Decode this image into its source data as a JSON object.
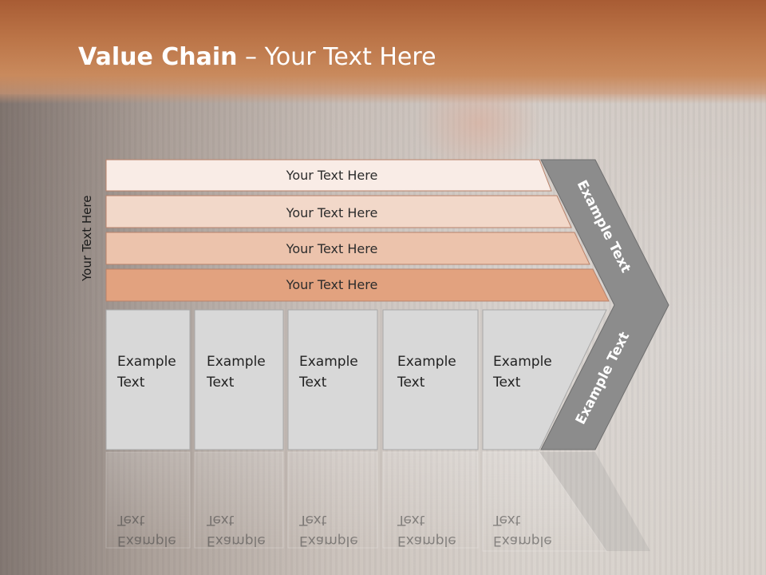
{
  "slide": {
    "title_bold": "Value Chain",
    "title_rest": " – Your Text Here",
    "side_label": "Your Text Here"
  },
  "bars": [
    {
      "label": "Your Text Here",
      "fill": "#f9ece6"
    },
    {
      "label": "Your Text Here",
      "fill": "#f2d8c9"
    },
    {
      "label": "Your Text Here",
      "fill": "#ecc3ac"
    },
    {
      "label": "Your Text Here",
      "fill": "#e2a27f"
    }
  ],
  "boxes": [
    {
      "line1": "Example",
      "line2": "Text"
    },
    {
      "line1": "Example",
      "line2": "Text"
    },
    {
      "line1": "Example",
      "line2": "Text"
    },
    {
      "line1": "Example",
      "line2": "Text"
    },
    {
      "line1": "Example",
      "line2": "Text"
    }
  ],
  "chevron": {
    "upper_label": "Example Text",
    "lower_label": "Example Text",
    "fill": "#8c8c8c"
  },
  "colors": {
    "banner": "#b8703f",
    "box_fill": "#d8d8d8"
  }
}
